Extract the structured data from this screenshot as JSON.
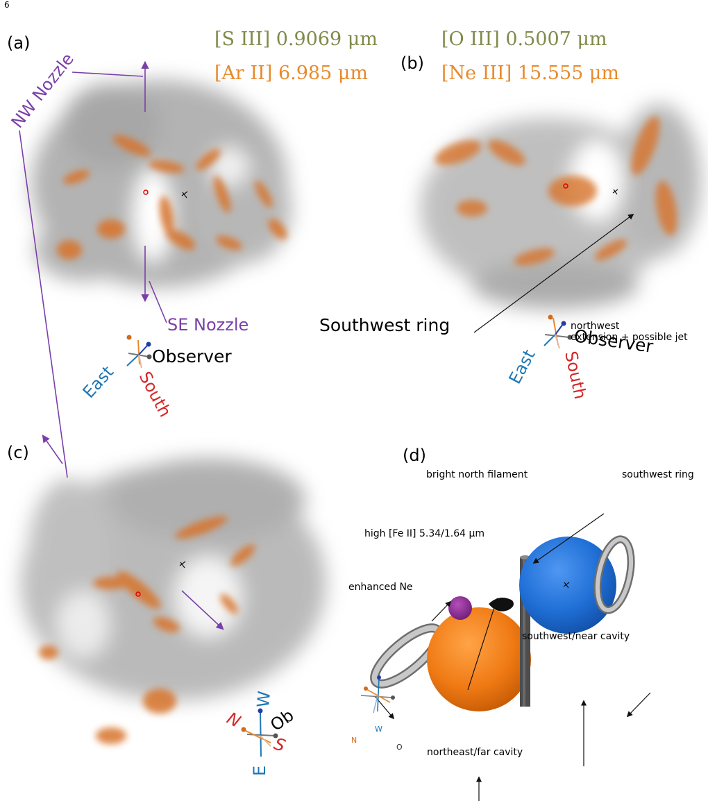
{
  "page_number": "6",
  "colors": {
    "orange": "#e88a2c",
    "olive": "#7f8a4a",
    "purple": "#7a3fa8",
    "east_blue": "#1f77b4",
    "south_red": "#d62728",
    "sphere_orange": "#f07a14",
    "sphere_blue": "#1f6fd6"
  },
  "panel_a": {
    "label": "(a)",
    "line1": "[S III] 0.9069 μm",
    "line2": "[Ar II] 6.985 μm",
    "nw_nozzle": "NW Nozzle",
    "se_nozzle": "SE Nozzle",
    "compass": {
      "observer": "Observer",
      "east": "East",
      "south": "South"
    }
  },
  "panel_b": {
    "label": "(b)",
    "line1": "[O III] 0.5007 μm",
    "line2": "[Ne III] 15.555 μm",
    "southwest_ring": "Southwest ring",
    "compass": {
      "observer": "Observer",
      "east": "East",
      "south": "South"
    }
  },
  "panel_c": {
    "label": "(c)",
    "compass": {
      "n": "N",
      "w": "W",
      "s": "S",
      "e": "E",
      "ob": "Ob"
    }
  },
  "panel_d": {
    "label": "(d)",
    "northwest": "northwest",
    "extension": "extension + possible jet",
    "bright_north_filament": "bright north filament",
    "southwest_ring": "southwest ring",
    "high_fe": "high [Fe II] 5.34/1.64 μm",
    "enhanced_ne": "enhanced Ne",
    "southwest_near_cavity": "southwest/near cavity",
    "northeast_far_cavity": "northeast/far cavity",
    "compass": {
      "w": "W",
      "n": "N",
      "o": "O"
    }
  }
}
